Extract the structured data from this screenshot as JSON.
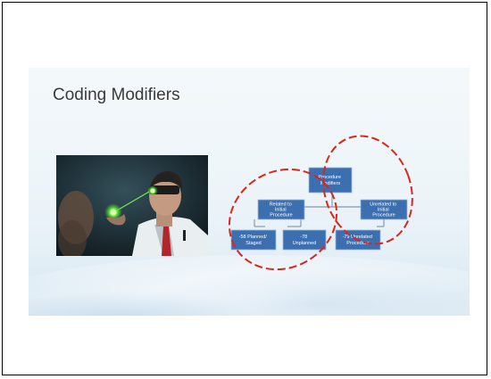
{
  "slide": {
    "title": "Coding Modifiers"
  },
  "photo": {
    "description_icon": "scientist-with-laser-goggles-icon"
  },
  "diagram": {
    "nodes": {
      "root": [
        "Procedure",
        "Modifiers"
      ],
      "related": [
        "Related to",
        "Initial",
        "Procedure"
      ],
      "unrelated": [
        "Unrelated to",
        "Initial",
        "Procedure"
      ],
      "planned": [
        "-58 Planned/",
        "Staged"
      ],
      "unplanned": [
        "-78",
        "Unplanned"
      ],
      "unrelated_proc": [
        "-79 Unrelated",
        "Procedure"
      ]
    },
    "colors": {
      "node_fill": "#3b6fb0",
      "node_border": "#9bb8d8",
      "connector": "#6a7f95",
      "circle": "#d9271e"
    }
  }
}
